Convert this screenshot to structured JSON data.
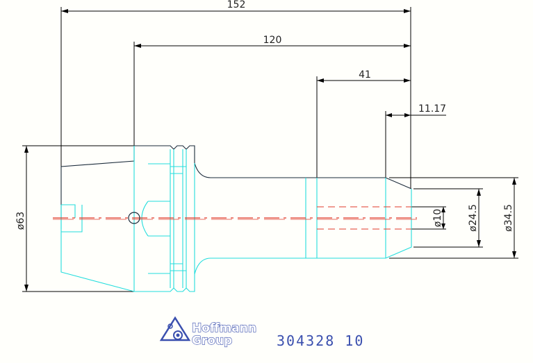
{
  "dimensions": {
    "total_length": "152",
    "gauge_length": "120",
    "nose_length": "41",
    "tip_length": "11.17",
    "flange_dia": "ø63",
    "bore_dia": "ø10",
    "tip_dia": "ø24.5",
    "nose_dia": "ø34.5"
  },
  "logo": {
    "line1": "Hoffmann",
    "line2": "Group",
    "part_number": "304328 10"
  },
  "colors": {
    "geometry": "#22dddd",
    "centerline": "#e03a2a",
    "dimension": "#000000",
    "brand": "#3a4fae"
  }
}
